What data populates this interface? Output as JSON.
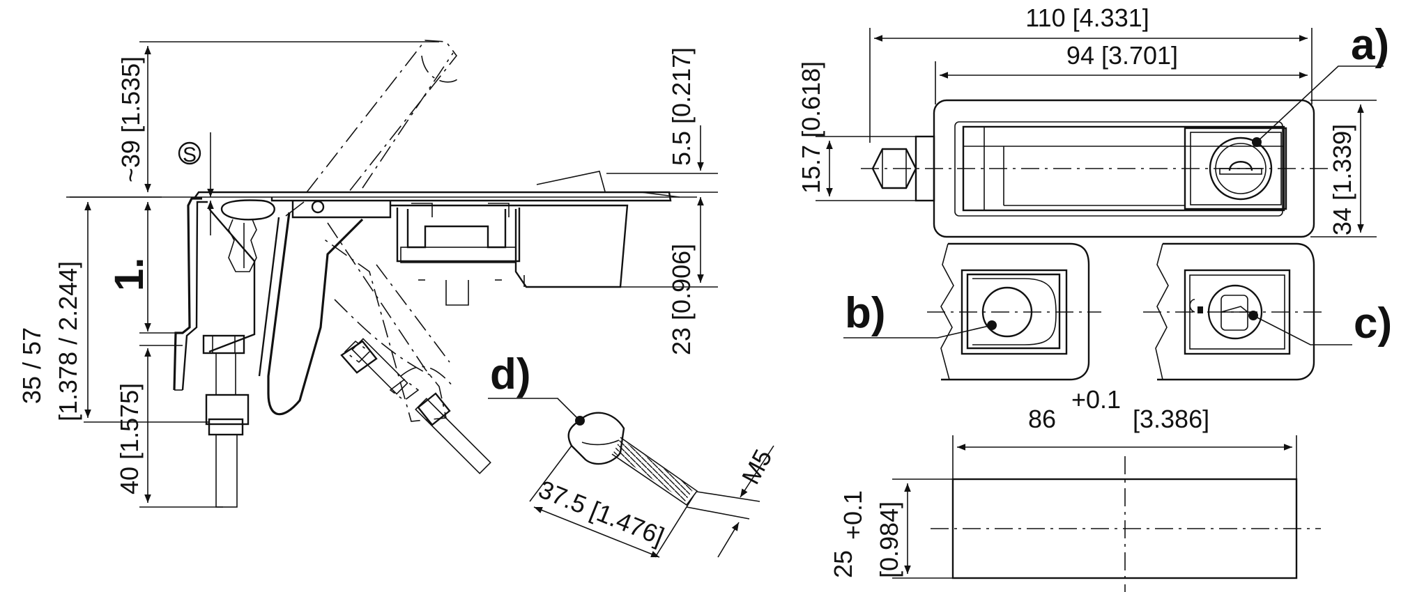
{
  "dimensions": {
    "d110": "110 [4.331]",
    "d94": "94 [3.701]",
    "d15_7": "15.7 [0.618]",
    "d34": "34 [1.339]",
    "d39": "~39 [1.535]",
    "d5_5": "5.5 [0.217]",
    "d23": "23 [0.906]",
    "d35_57": "35 / 57",
    "d35_57_in": "[1.378 / 2.244]",
    "d40": "40 [1.575]",
    "d37_5": "37.5 [1.476]",
    "m5": "M5",
    "d86": "86",
    "d86_tol": "+0.1",
    "d86_in": "[3.386]",
    "d25": "25",
    "d25_tol": "+0.1",
    "d25_in": "[0.984]"
  },
  "labels": {
    "s_symbol": "S",
    "step1": "1.",
    "a": "a)",
    "b": "b)",
    "c": "c)",
    "d": "d)"
  },
  "colors": {
    "ink": "#111111",
    "paper": "#ffffff"
  }
}
